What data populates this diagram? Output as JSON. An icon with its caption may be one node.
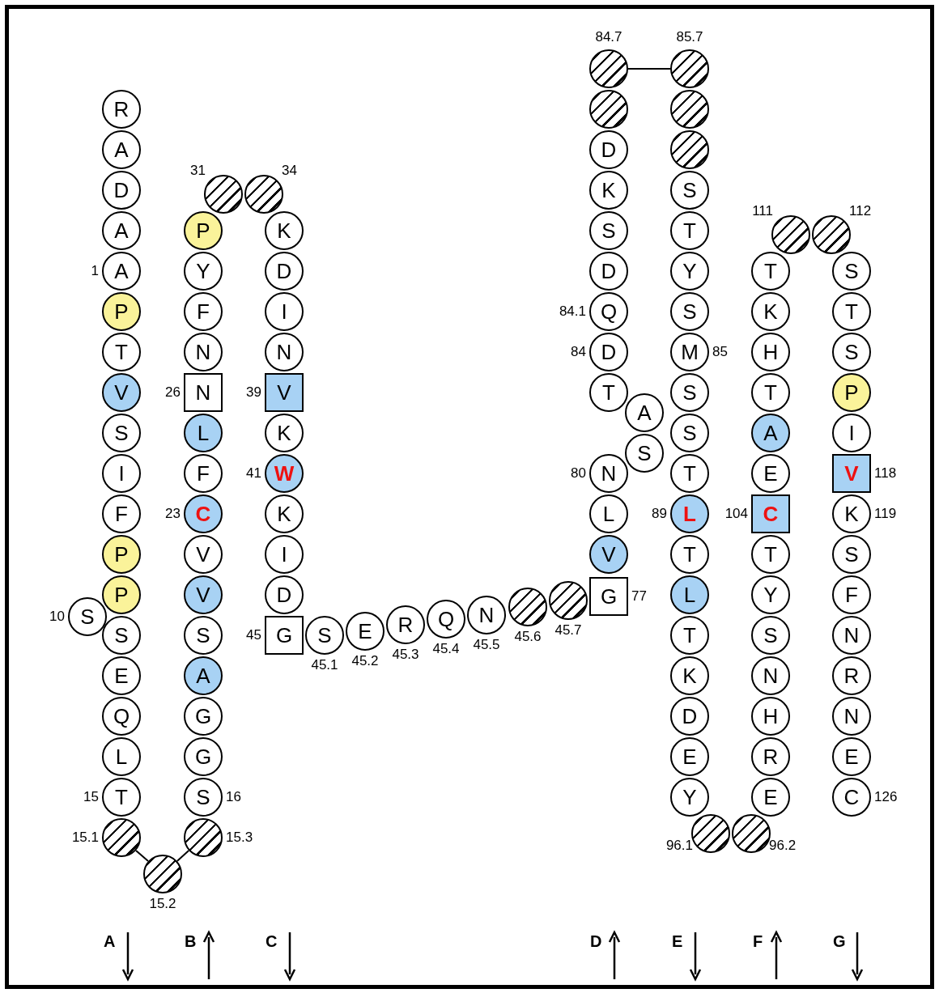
{
  "diagram": {
    "nodes": [
      {
        "text": [
          "R"
        ]
      },
      {
        "text": [
          "A"
        ]
      },
      {
        "text": [
          "D"
        ]
      },
      {
        "text": [
          "A"
        ]
      },
      {
        "text": [
          "A"
        ],
        "beside": [
          "1"
        ]
      },
      {
        "text": [
          "P"
        ]
      },
      {
        "text": [
          "T"
        ]
      },
      {
        "text": [
          "V"
        ]
      },
      {
        "text": [
          "S"
        ]
      },
      {
        "text": [
          "I"
        ]
      },
      {
        "text": [
          "F"
        ]
      },
      {
        "text": [
          "P"
        ]
      },
      {
        "text": [
          "P"
        ]
      },
      {
        "text": [
          "S"
        ],
        "beside": [
          "10"
        ]
      },
      {
        "text": [
          "S"
        ]
      },
      {
        "text": [
          "E"
        ]
      },
      {
        "text": [
          "Q"
        ]
      },
      {
        "text": [
          "L"
        ]
      },
      {
        "text": [
          "T"
        ],
        "beside": [
          "15"
        ]
      },
      {
        "text": [],
        "shape": "circle",
        "beside": [
          "15.1"
        ]
      },
      {
        "text": [],
        "shape": "circle",
        "beside": [
          "15.2"
        ]
      },
      {
        "text": [],
        "shape": "circle",
        "beside": [
          "15.3"
        ]
      },
      {
        "text": [
          "S"
        ],
        "beside": [
          "16"
        ]
      },
      {
        "text": [
          "G"
        ]
      },
      {
        "text": [
          "G"
        ]
      },
      {
        "text": [
          "A"
        ]
      },
      {
        "text": [
          "S"
        ]
      },
      {
        "text": [
          "V"
        ]
      },
      {
        "text": [
          "V"
        ]
      },
      {
        "text": [
          "C"
        ],
        "beside": [
          "23"
        ]
      },
      {
        "text": [
          "F"
        ]
      },
      {
        "text": [
          "L"
        ]
      },
      {
        "text": [
          "N"
        ],
        "beside": [
          "26"
        ]
      },
      {
        "text": [
          "N"
        ]
      },
      {
        "text": [
          "F"
        ]
      },
      {
        "text": [
          "Y"
        ]
      },
      {
        "text": [
          "P"
        ]
      },
      {
        "text": [],
        "shape": "circle",
        "beside": [
          "31"
        ]
      },
      {
        "text": [],
        "shape": "circle",
        "beside": [
          "34"
        ]
      },
      {
        "text": [
          "K"
        ]
      },
      {
        "text": [
          "D"
        ]
      },
      {
        "text": [
          "I"
        ]
      },
      {
        "text": [
          "N"
        ]
      },
      {
        "text": [
          "V"
        ],
        "beside": [
          "39"
        ]
      },
      {
        "text": [
          "K"
        ]
      },
      {
        "text": [
          "W"
        ],
        "beside": [
          "41"
        ]
      },
      {
        "text": [
          "K"
        ]
      },
      {
        "text": [
          "I"
        ]
      },
      {
        "text": [
          "D"
        ]
      },
      {
        "text": [
          "G"
        ],
        "beside": [
          "45"
        ]
      },
      {
        "text": [
          "S"
        ],
        "beside": [
          "45.1"
        ]
      },
      {
        "text": [
          "E"
        ],
        "beside": [
          "45.2"
        ]
      },
      {
        "text": [
          "R"
        ],
        "beside": [
          "45.3"
        ]
      },
      {
        "text": [
          "Q"
        ],
        "beside": [
          "45.4"
        ]
      },
      {
        "text": [
          "N"
        ],
        "beside": [
          "45.5"
        ]
      },
      {
        "text": [],
        "shape": "circle",
        "beside": [
          "45.6"
        ]
      },
      {
        "text": [],
        "shape": "circle",
        "beside": [
          "45.7"
        ]
      },
      {
        "text": [
          "G"
        ],
        "beside": [
          "77"
        ]
      },
      {
        "text": [
          "V"
        ]
      },
      {
        "text": [
          "L"
        ]
      },
      {
        "text": [
          "N"
        ],
        "beside": [
          "80"
        ]
      },
      {
        "text": [
          "S"
        ]
      },
      {
        "text": [
          "A"
        ]
      },
      {
        "text": [
          "T"
        ]
      },
      {
        "text": [
          "D"
        ],
        "beside": [
          "84"
        ]
      },
      {
        "text": [
          "Q"
        ],
        "beside": [
          "84.1"
        ]
      },
      {
        "text": [
          "D"
        ]
      },
      {
        "text": [
          "S"
        ]
      },
      {
        "text": [
          "K"
        ]
      },
      {
        "text": [
          "D"
        ]
      },
      {
        "text": [],
        "shape": "circle"
      },
      {
        "text": [],
        "shape": "circle",
        "beside": [
          "84.7"
        ]
      },
      {
        "text": [],
        "shape": "circle",
        "beside": [
          "85.7"
        ]
      },
      {
        "text": [],
        "shape": "circle"
      },
      {
        "text": [],
        "shape": "circle"
      },
      {
        "text": [
          "S"
        ]
      },
      {
        "text": [
          "T"
        ]
      },
      {
        "text": [
          "Y"
        ]
      },
      {
        "text": [
          "S"
        ]
      },
      {
        "text": [
          "M"
        ],
        "beside": [
          "85"
        ]
      },
      {
        "text": [
          "S"
        ]
      },
      {
        "text": [
          "S"
        ]
      },
      {
        "text": [
          "T"
        ]
      },
      {
        "text": [
          "L"
        ],
        "beside": [
          "89"
        ]
      },
      {
        "text": [
          "T"
        ]
      },
      {
        "text": [
          "L"
        ]
      },
      {
        "text": [
          "T"
        ]
      },
      {
        "text": [
          "K"
        ]
      },
      {
        "text": [
          "D"
        ]
      },
      {
        "text": [
          "E"
        ]
      },
      {
        "text": [
          "Y"
        ]
      },
      {
        "text": [],
        "shape": "circle",
        "beside": [
          "96.1"
        ]
      },
      {
        "text": [],
        "shape": "circle",
        "beside": [
          "96.2"
        ]
      },
      {
        "text": [
          "E"
        ]
      },
      {
        "text": [
          "R"
        ]
      },
      {
        "text": [
          "H"
        ]
      },
      {
        "text": [
          "N"
        ]
      },
      {
        "text": [
          "S"
        ]
      },
      {
        "text": [
          "Y"
        ]
      },
      {
        "text": [
          "T"
        ]
      },
      {
        "text": [
          "C"
        ],
        "beside": [
          "104"
        ]
      },
      {
        "text": [
          "E"
        ]
      },
      {
        "text": [
          "A"
        ]
      },
      {
        "text": [
          "T"
        ]
      },
      {
        "text": [
          "H"
        ]
      },
      {
        "text": [
          "K"
        ]
      },
      {
        "text": [
          "T"
        ]
      },
      {
        "text": [],
        "shape": "circle",
        "beside": [
          "111"
        ]
      },
      {
        "text": [],
        "shape": "circle",
        "beside": [
          "112"
        ]
      },
      {
        "text": [
          "S"
        ]
      },
      {
        "text": [
          "T"
        ]
      },
      {
        "text": [
          "S"
        ]
      },
      {
        "text": [
          "P"
        ]
      },
      {
        "text": [
          "I"
        ]
      },
      {
        "text": [
          "V"
        ],
        "beside": [
          "118"
        ]
      },
      {
        "text": [
          "K"
        ],
        "beside": [
          "119"
        ]
      },
      {
        "text": [
          "S"
        ]
      },
      {
        "text": [
          "F"
        ]
      },
      {
        "text": [
          "N"
        ]
      },
      {
        "text": [
          "R"
        ]
      },
      {
        "text": [
          "N"
        ]
      },
      {
        "text": [
          "E"
        ]
      },
      {
        "text": [
          "C"
        ],
        "beside": [
          "126"
        ]
      }
    ],
    "edges": [
      {
        "from": 19,
        "to": 20,
        "arrow": "none"
      },
      {
        "from": 20,
        "to": 21,
        "arrow": "none"
      },
      {
        "from": 71,
        "to": 72,
        "arrow": "none"
      }
    ],
    "labels": [
      "A",
      "B",
      "C",
      "D",
      "E",
      "F",
      "G"
    ]
  }
}
